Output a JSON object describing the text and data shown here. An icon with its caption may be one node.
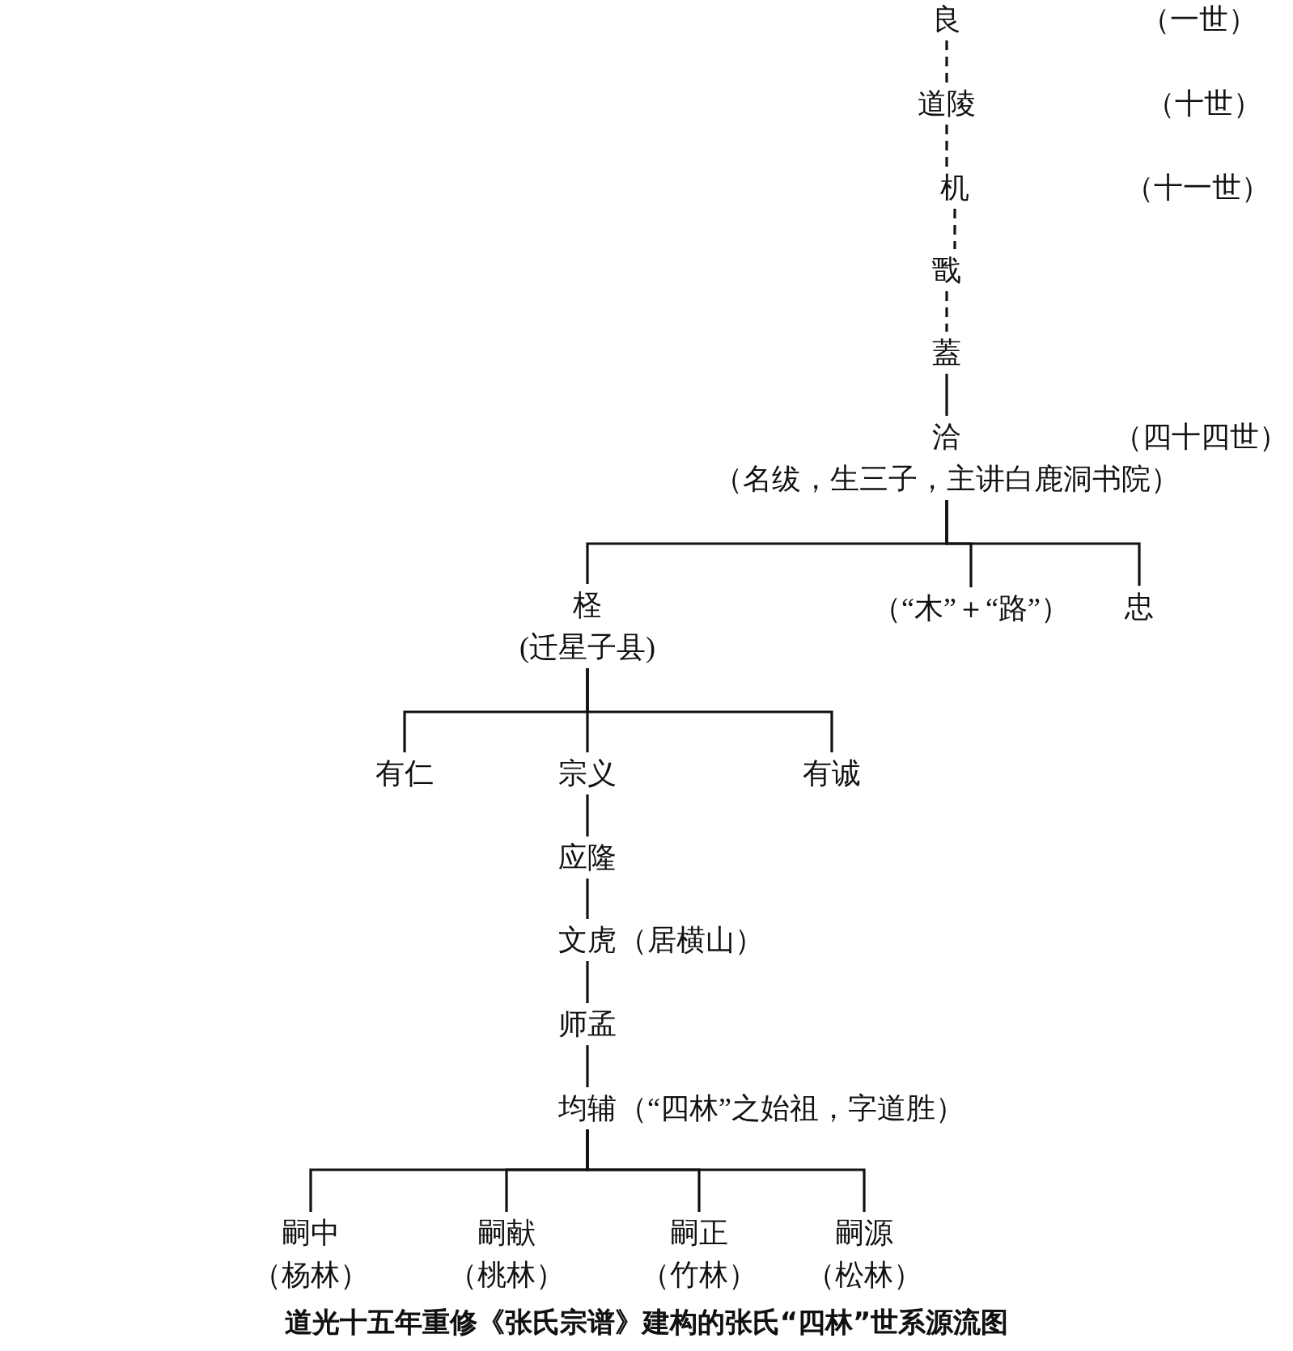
{
  "diagram": {
    "caption": "道光十五年重修《张氏宗谱》建构的张氏“四林”世系源流图",
    "nodes": [
      {
        "text": [
          "良"
        ]
      },
      {
        "text": [
          "道陵"
        ]
      },
      {
        "text": [
          "机"
        ]
      },
      {
        "text": [
          "戬"
        ]
      },
      {
        "text": [
          "蓋"
        ]
      },
      {
        "text": [
          "洽",
          "（名绂，生三子，主讲白鹿洞书院）"
        ]
      },
      {
        "text": [
          "柽",
          "(迁星子县)"
        ]
      },
      {
        "text": [
          "（“木”＋“路”）"
        ]
      },
      {
        "text": [
          "忠"
        ]
      },
      {
        "text": [
          "有仁"
        ]
      },
      {
        "text": [
          "宗义"
        ]
      },
      {
        "text": [
          "有诚"
        ]
      },
      {
        "text": [
          "应隆"
        ]
      },
      {
        "text": [
          "文虎"
        ],
        "beside": [
          "（居横山）"
        ]
      },
      {
        "text": [
          "师孟"
        ]
      },
      {
        "text": [
          "均辅"
        ],
        "beside": [
          "（“四林”之始祖，字道胜）"
        ]
      },
      {
        "text": [
          "嗣中",
          "（杨林）"
        ]
      },
      {
        "text": [
          "嗣献",
          "（桃林）"
        ]
      },
      {
        "text": [
          "嗣正",
          "（竹林）"
        ]
      },
      {
        "text": [
          "嗣源",
          "（松林）"
        ]
      }
    ],
    "edges": [
      {
        "from": 0,
        "to": 1,
        "arrow": "none",
        "style": "dashed"
      },
      {
        "from": 1,
        "to": 2,
        "arrow": "none",
        "style": "dashed"
      },
      {
        "from": 2,
        "to": 3,
        "arrow": "none",
        "style": "dashed"
      },
      {
        "from": 3,
        "to": 4,
        "arrow": "none",
        "style": "dashed"
      },
      {
        "from": 4,
        "to": 5,
        "arrow": "none"
      },
      {
        "from": 5,
        "to": 6,
        "arrow": "none"
      },
      {
        "from": 5,
        "to": 7,
        "arrow": "none"
      },
      {
        "from": 5,
        "to": 8,
        "arrow": "none"
      },
      {
        "from": 6,
        "to": 9,
        "arrow": "none"
      },
      {
        "from": 6,
        "to": 10,
        "arrow": "none"
      },
      {
        "from": 6,
        "to": 11,
        "arrow": "none"
      },
      {
        "from": 10,
        "to": 12,
        "arrow": "none"
      },
      {
        "from": 12,
        "to": 13,
        "arrow": "none"
      },
      {
        "from": 13,
        "to": 14,
        "arrow": "none"
      },
      {
        "from": 14,
        "to": 15,
        "arrow": "none"
      },
      {
        "from": 15,
        "to": 16,
        "arrow": "none"
      },
      {
        "from": 15,
        "to": 17,
        "arrow": "none"
      },
      {
        "from": 15,
        "to": 18,
        "arrow": "none"
      },
      {
        "from": 15,
        "to": 19,
        "arrow": "none"
      }
    ],
    "labels": [
      "（一世）",
      "（十世）",
      "（十一世）",
      "（四十四世）"
    ]
  }
}
